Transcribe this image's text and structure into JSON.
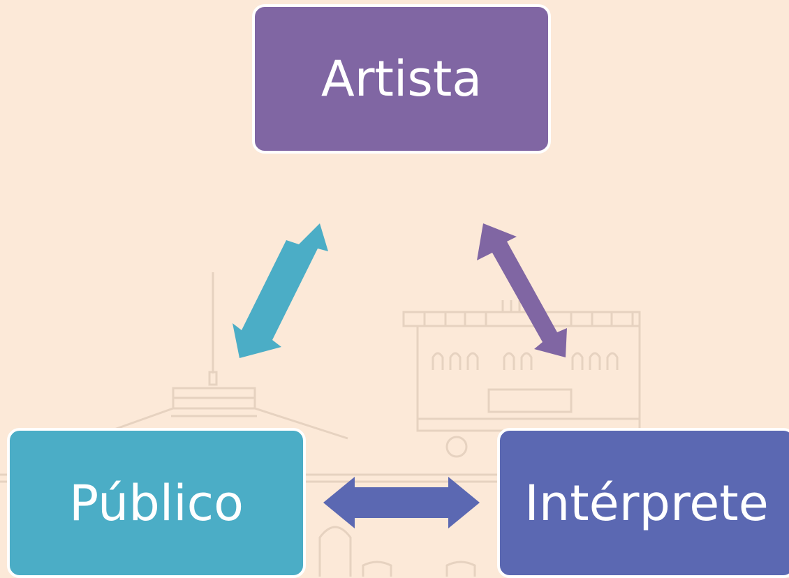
{
  "nodes": {
    "top": {
      "label": "Artista",
      "color": "#8066a3"
    },
    "left": {
      "label": "Público",
      "color": "#4badc6"
    },
    "right": {
      "label": "Intérprete",
      "color": "#5b68b2"
    }
  },
  "arrows": {
    "public_artist": {
      "color": "#4badc6"
    },
    "artist_interpreter": {
      "color": "#8066a3"
    },
    "public_interpreter": {
      "color": "#5b68b2"
    }
  },
  "theme": {
    "background": "#fce9d8",
    "node_border": "#ffffff",
    "building_line": "#e6d2c0"
  }
}
